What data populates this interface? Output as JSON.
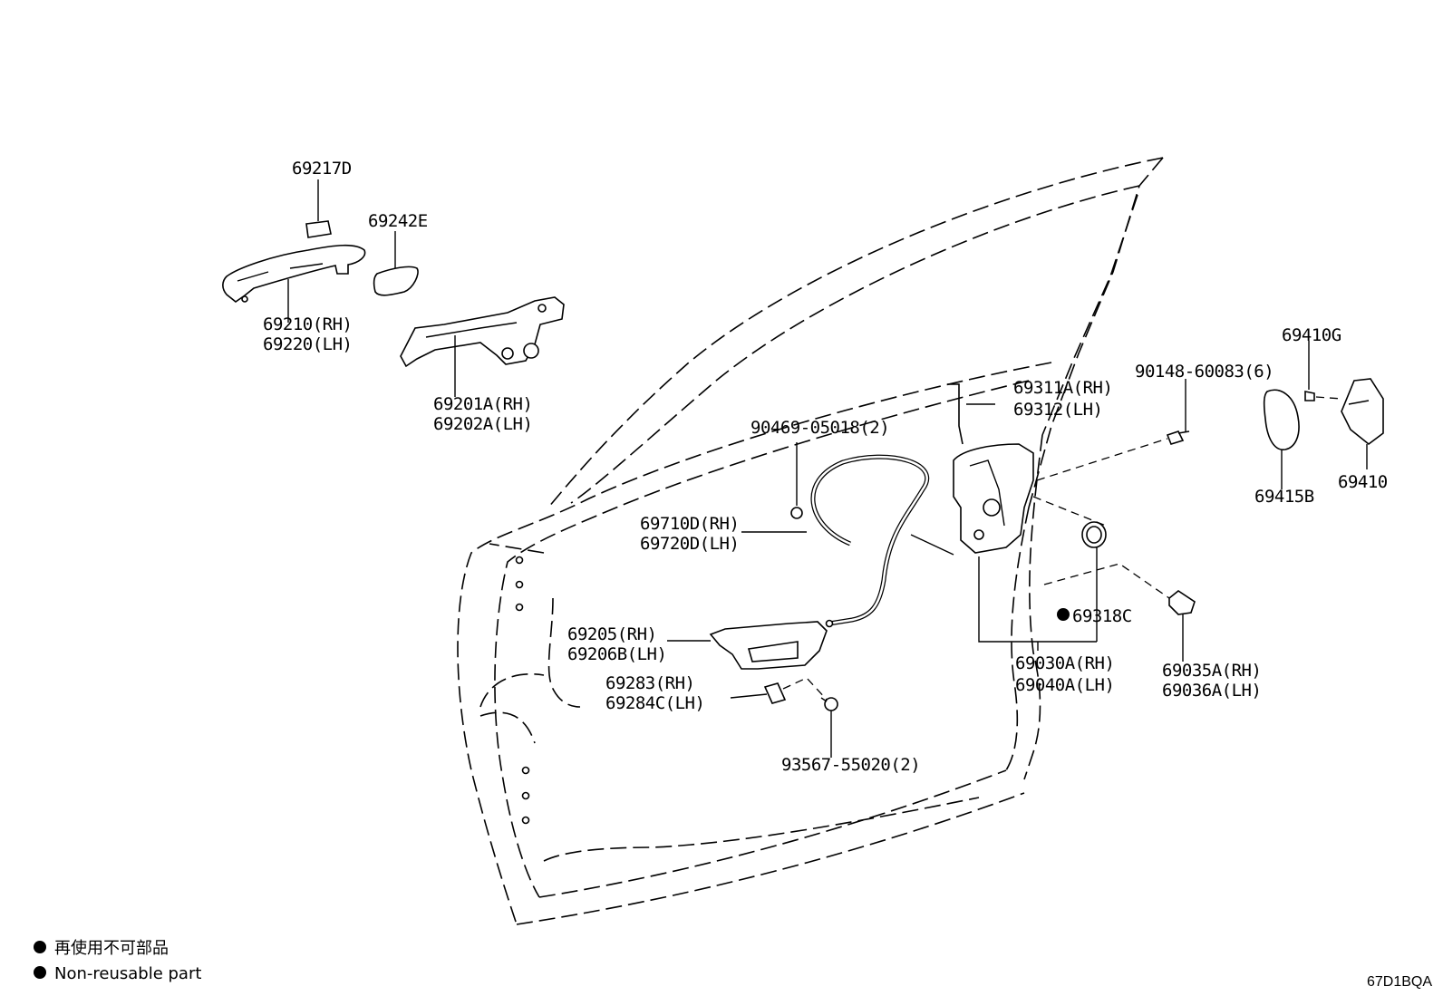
{
  "parts": {
    "p69217": "69217D",
    "p69242": "69242E",
    "p69210": "69210(RH)",
    "p69220": "69220(LH)",
    "p69201": "69201A(RH)",
    "p69202": "69202A(LH)",
    "p90469": "90469-05018(2)",
    "p69311": "69311A(RH)",
    "p69312": "69312(LH)",
    "p90148": "90148-60083(6)",
    "p69410g": "69410G",
    "p69415": "69415B",
    "p69410": "69410",
    "p69710": "69710D(RH)",
    "p69720": "69720D(LH)",
    "p69318": "69318C",
    "p69205": "69205(RH)",
    "p69206": "69206B(LH)",
    "p69283": "69283(RH)",
    "p69284": "69284C(LH)",
    "p69030": "69030A(RH)",
    "p69040": "69040A(LH)",
    "p69035": "69035A(RH)",
    "p69036": "69036A(LH)",
    "p93567": "93567-55020(2)"
  },
  "legend": {
    "line1": "再使用不可部品",
    "line2": "Non-reusable part"
  },
  "footer": {
    "code": "67D1BQA"
  }
}
